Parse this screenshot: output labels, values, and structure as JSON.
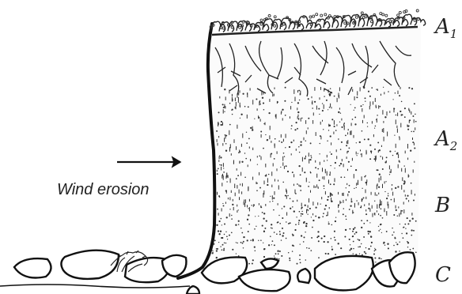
{
  "figure": {
    "caption": "Wind erosion",
    "horizons": [
      {
        "letter": "A",
        "sub": "1"
      },
      {
        "letter": "A",
        "sub": "2"
      },
      {
        "letter": "B",
        "sub": ""
      },
      {
        "letter": "C",
        "sub": ""
      }
    ]
  }
}
